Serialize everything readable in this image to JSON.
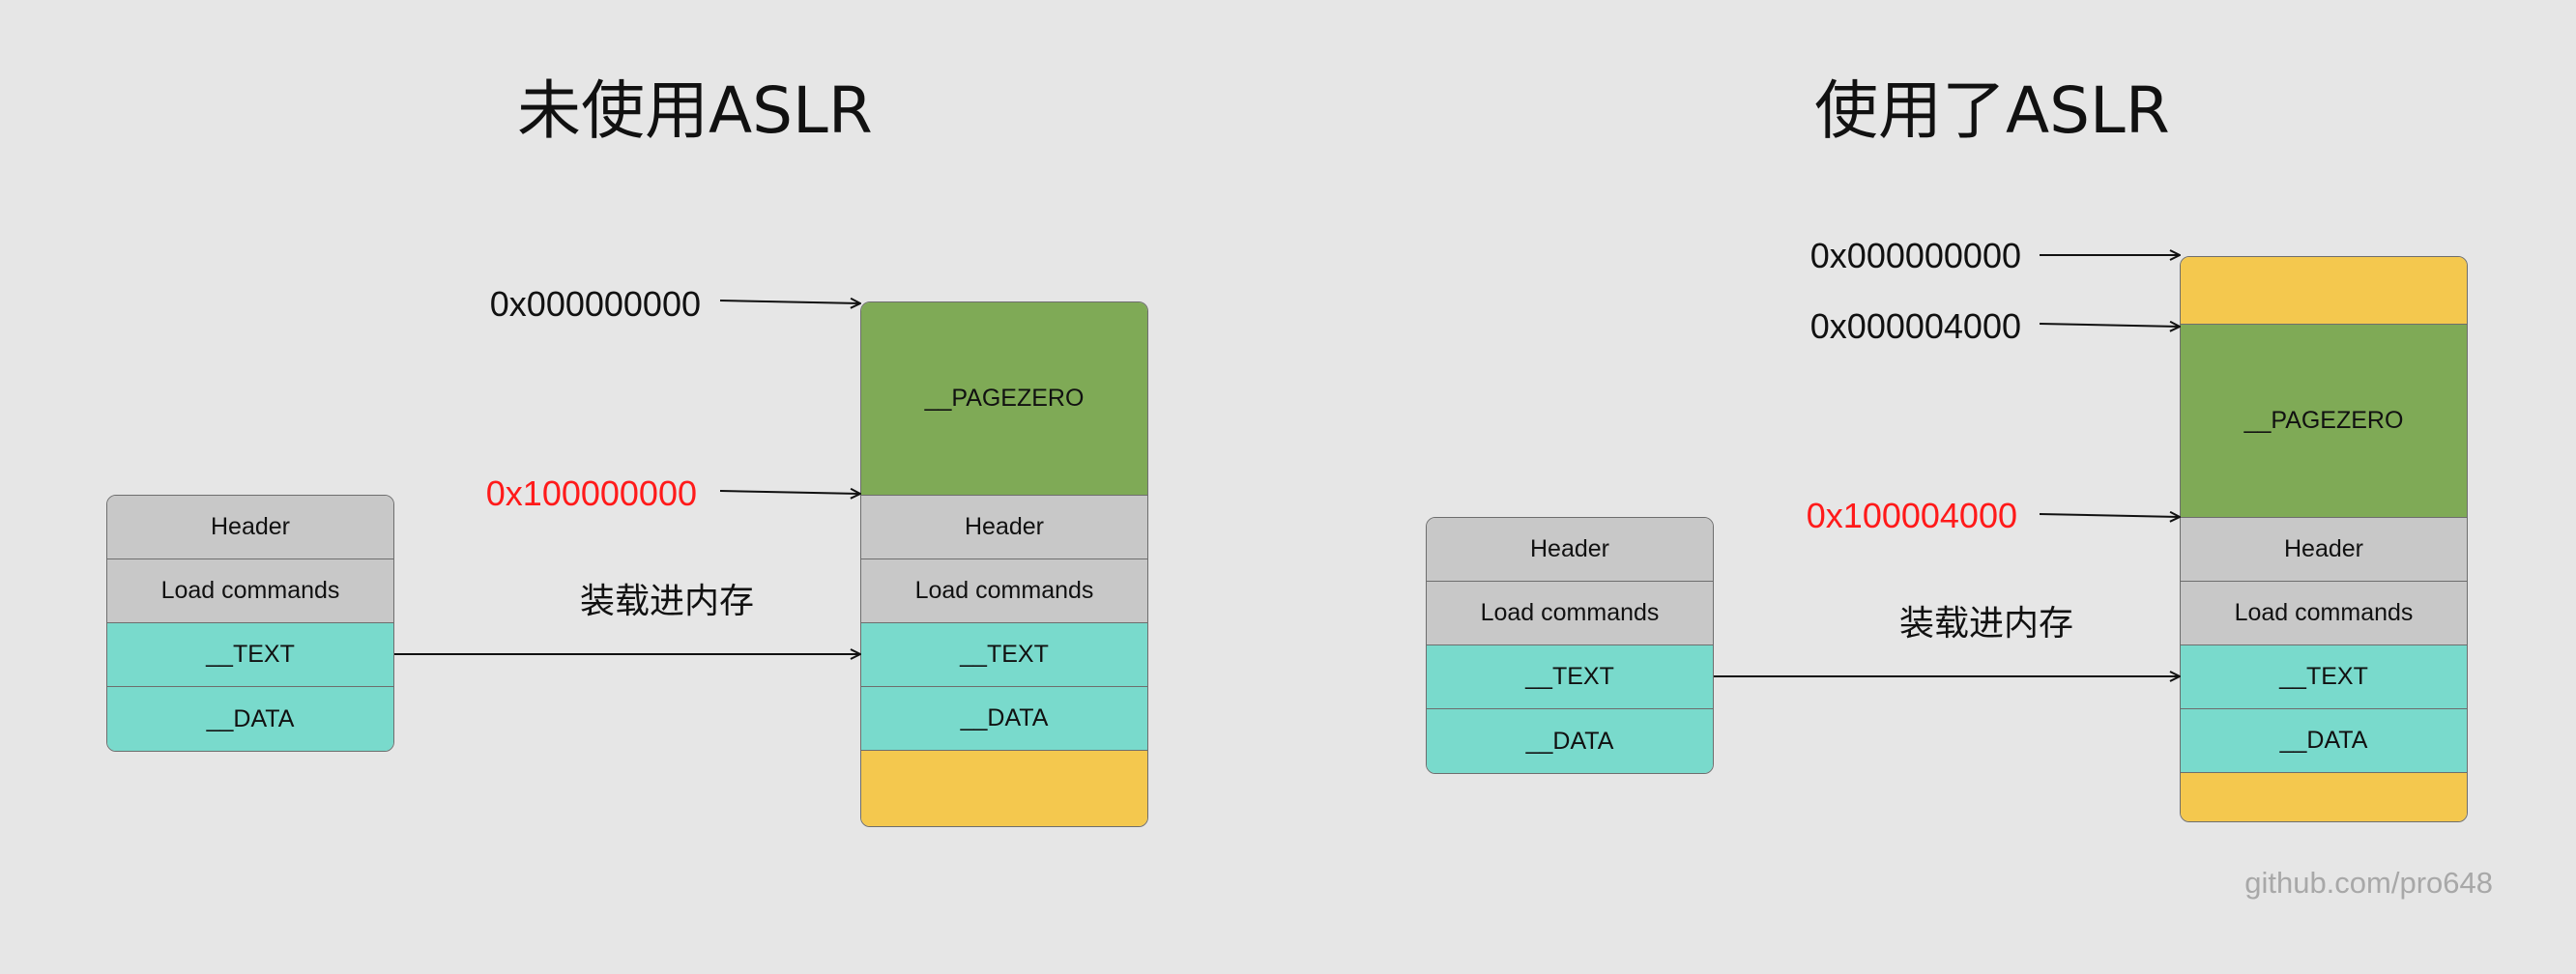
{
  "left": {
    "title": "未使用ASLR",
    "addresses": [
      "0x000000000",
      "0x100000000"
    ],
    "caption": "装载进内存",
    "file_segments": [
      "Header",
      "Load commands",
      "__TEXT",
      "__DATA"
    ],
    "memory_segments": [
      "__PAGEZERO",
      "Header",
      "Load commands",
      "__TEXT",
      "__DATA",
      ""
    ]
  },
  "right": {
    "title": "使用了ASLR",
    "addresses": [
      "0x000000000",
      "0x000004000",
      "0x100004000"
    ],
    "caption": "装载进内存",
    "file_segments": [
      "Header",
      "Load commands",
      "__TEXT",
      "__DATA"
    ],
    "memory_segments": [
      "",
      "__PAGEZERO",
      "Header",
      "Load commands",
      "__TEXT",
      "__DATA",
      ""
    ]
  },
  "watermark": "github.com/pro648",
  "colors": {
    "background": "#e6e6e6",
    "header_segment": "#c8c8c8",
    "section_segment": "#79dacc",
    "pagezero": "#7faa56",
    "padding": "#f4c84e",
    "highlight_address": "#ff1a1a"
  }
}
